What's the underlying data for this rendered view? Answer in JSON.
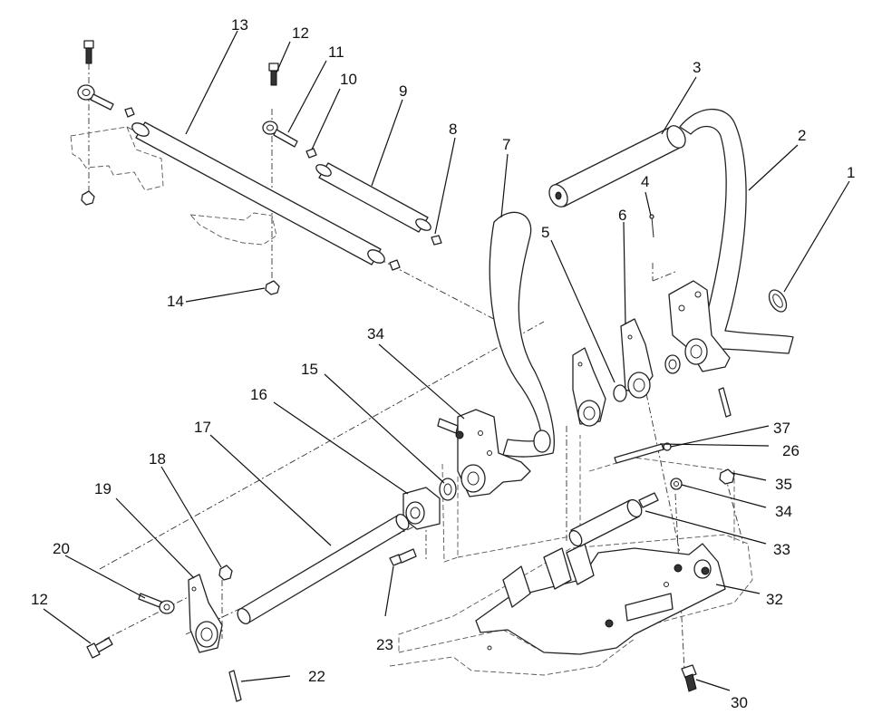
{
  "callouts": [
    {
      "id": "c1",
      "text": "1"
    },
    {
      "id": "c2",
      "text": "2"
    },
    {
      "id": "c3",
      "text": "3"
    },
    {
      "id": "c4",
      "text": "4"
    },
    {
      "id": "c5",
      "text": "5"
    },
    {
      "id": "c6",
      "text": "6"
    },
    {
      "id": "c7",
      "text": "7"
    },
    {
      "id": "c8",
      "text": "8"
    },
    {
      "id": "c9",
      "text": "9"
    },
    {
      "id": "c10",
      "text": "10"
    },
    {
      "id": "c11",
      "text": "11"
    },
    {
      "id": "c12a",
      "text": "12"
    },
    {
      "id": "c13",
      "text": "13"
    },
    {
      "id": "c14",
      "text": "14"
    },
    {
      "id": "c15",
      "text": "15"
    },
    {
      "id": "c16",
      "text": "16"
    },
    {
      "id": "c17",
      "text": "17"
    },
    {
      "id": "c18",
      "text": "18"
    },
    {
      "id": "c19",
      "text": "19"
    },
    {
      "id": "c20",
      "text": "20"
    },
    {
      "id": "c12b",
      "text": "12"
    },
    {
      "id": "c22",
      "text": "22"
    },
    {
      "id": "c23",
      "text": "23"
    },
    {
      "id": "c30",
      "text": "30"
    },
    {
      "id": "c32",
      "text": "32"
    },
    {
      "id": "c33",
      "text": "33"
    },
    {
      "id": "c34a",
      "text": "34"
    },
    {
      "id": "c35",
      "text": "35"
    },
    {
      "id": "c26",
      "text": "26"
    },
    {
      "id": "c37",
      "text": "37"
    },
    {
      "id": "c34b",
      "text": "34"
    }
  ]
}
